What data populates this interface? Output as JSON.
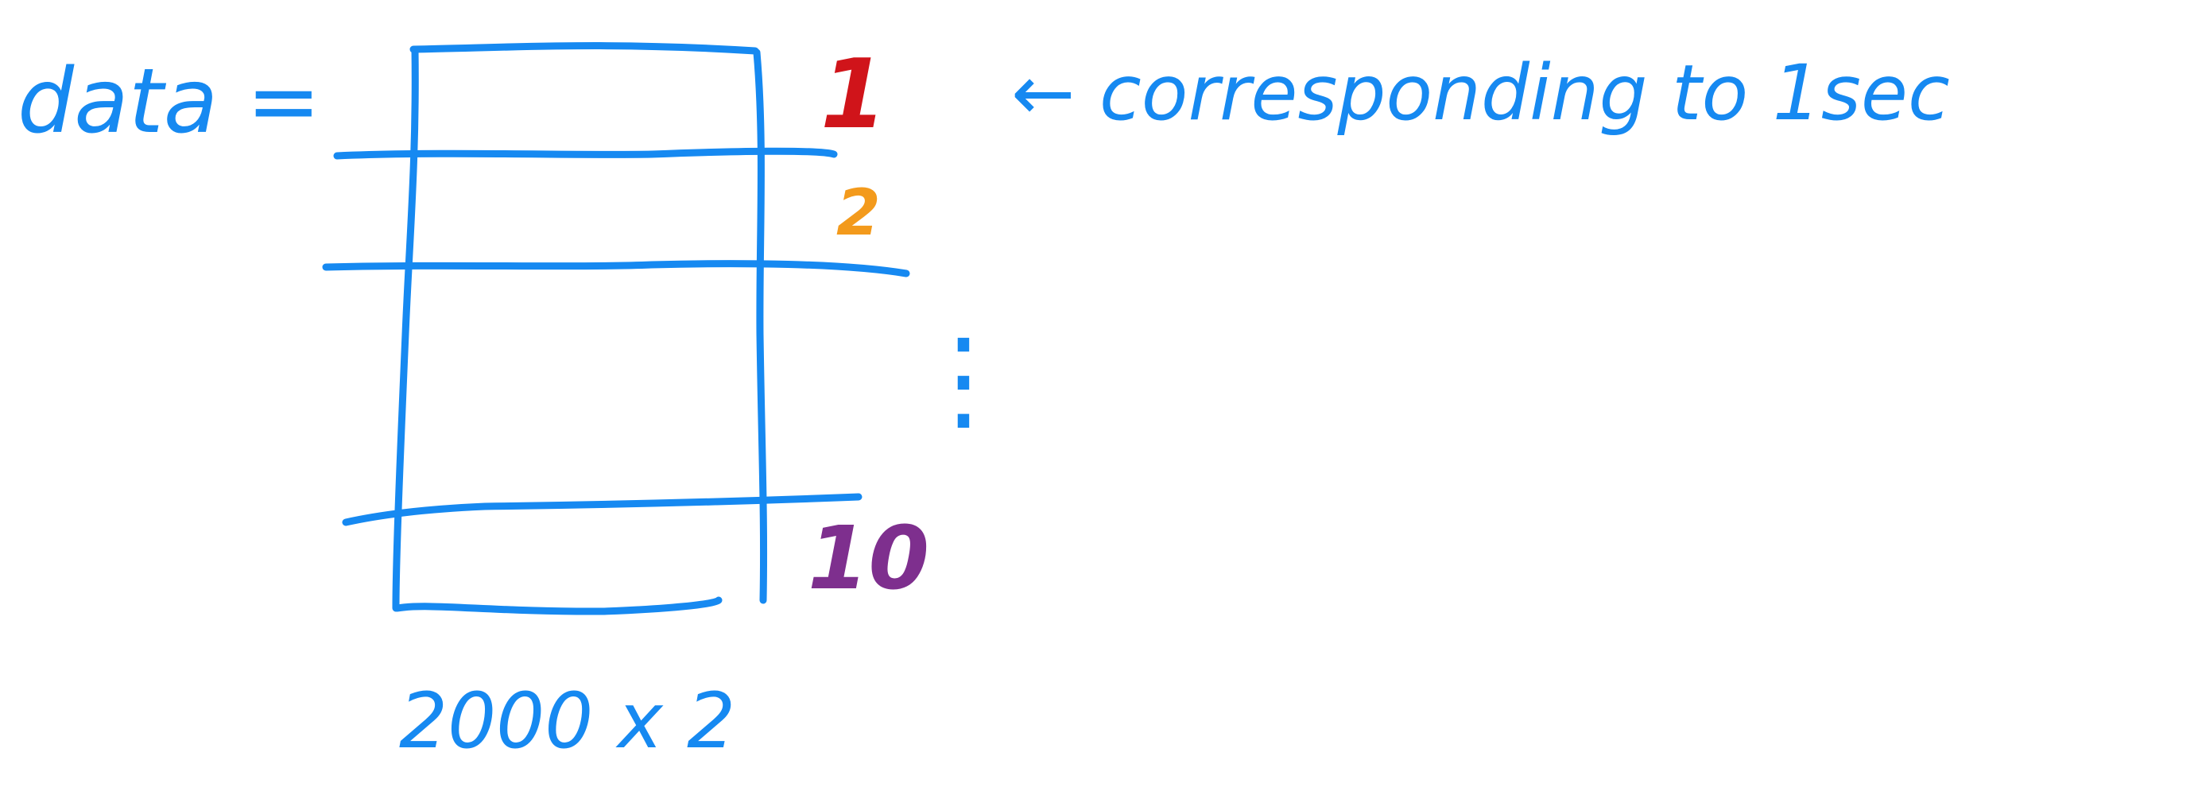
{
  "labels": {
    "data_eq": "data =",
    "annotation": "← corresponding to 1sec",
    "dims": "2000 x 2",
    "row_first": "1",
    "row_second": "2",
    "row_last": "10",
    "ellipsis": "⋮"
  },
  "colors": {
    "ink": "#1689f1",
    "row_first": "#d0141a",
    "row_second": "#f39a1c",
    "row_last": "#7e2f8e"
  }
}
